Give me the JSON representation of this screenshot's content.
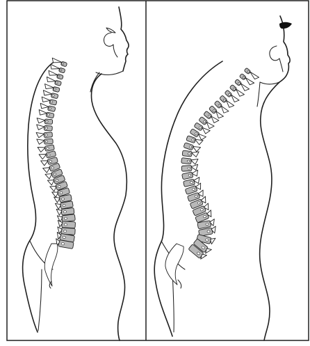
{
  "figure": {
    "panels": [
      {
        "id": "left",
        "vertebra_count": 29
      },
      {
        "id": "right",
        "vertebra_count": 29
      }
    ],
    "colors": {
      "background": "#ffffff",
      "line": "#1f1f1f",
      "vertebra_fill": "#b8b8b8",
      "hair_mark": "#111111"
    }
  }
}
